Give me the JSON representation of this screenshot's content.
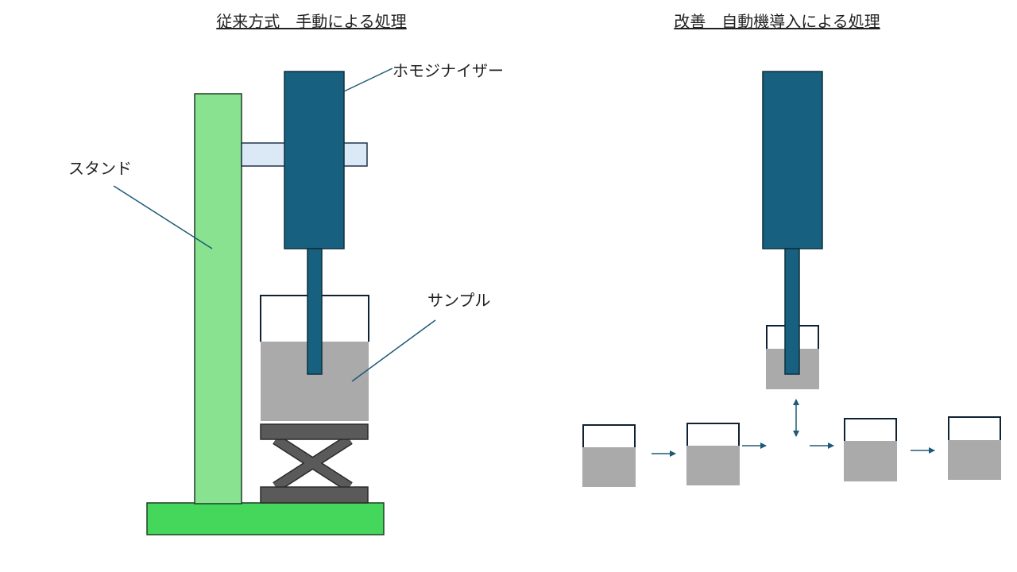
{
  "titles": {
    "left": "従来方式　手動による処理",
    "right": "改善　自動機導入による処理"
  },
  "labels": {
    "homogenizer": "ホモジナイザー",
    "stand": "スタンド",
    "sample": "サンプル"
  },
  "colors": {
    "homogenizer_body": "#17607f",
    "homogenizer_outline": "#0e2f3d",
    "stand_pole": "#88e28f",
    "stand_base": "#45d65c",
    "stand_outline": "#1f3f25",
    "clamp": "#dbe8f6",
    "clamp_outline": "#1f3348",
    "sample_liquid": "#aaaaaa",
    "container_outline": "#0f2233",
    "lift": "#5a5a5a",
    "lift_outline": "#2a2a2a",
    "leader_line": "#1d5a76",
    "arrow": "#1d5a76"
  }
}
